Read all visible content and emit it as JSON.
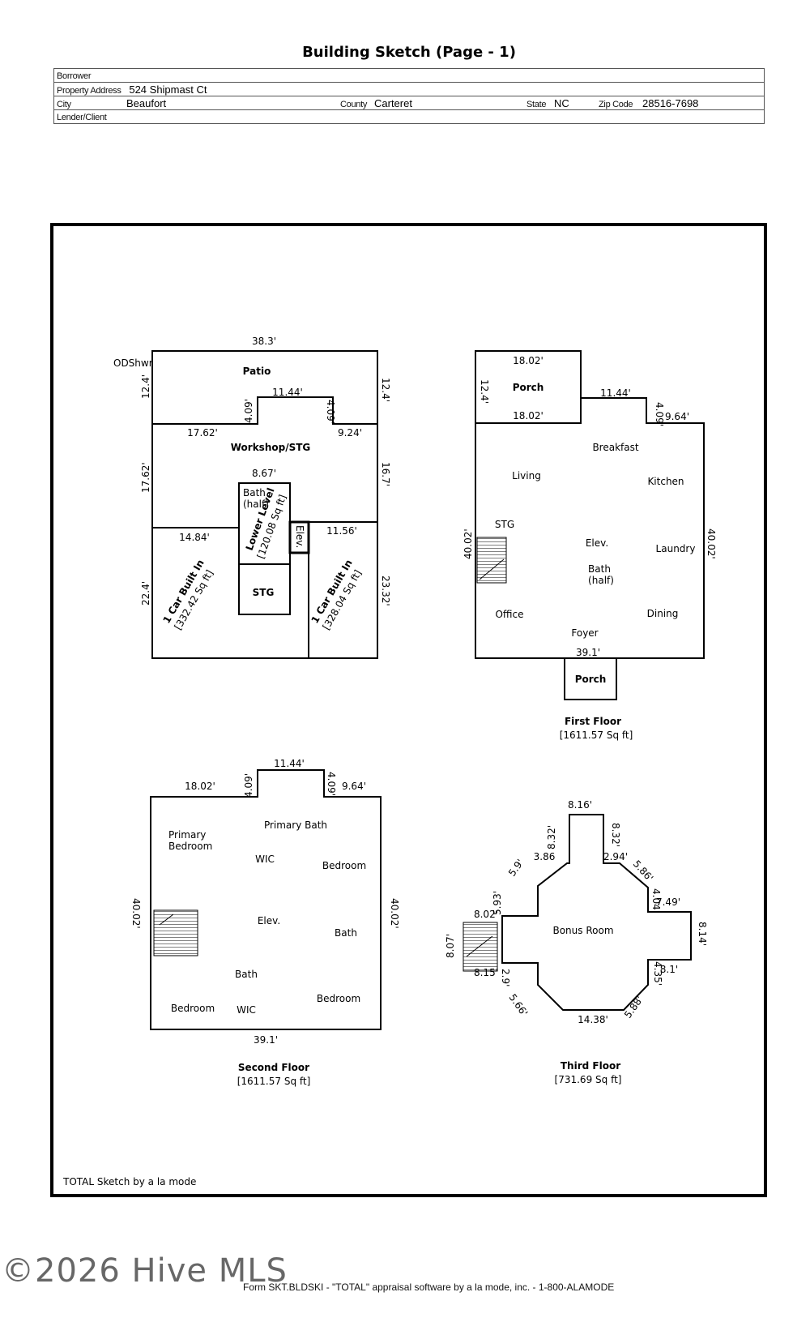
{
  "header": {
    "title": "Building Sketch (Page - 1)",
    "borrower_label": "Borrower",
    "property_address_label": "Property Address",
    "property_address": "524 Shipmast Ct",
    "city_label": "City",
    "city": "Beaufort",
    "county_label": "County",
    "county": "Carteret",
    "state_label": "State",
    "state": "NC",
    "zip_label": "Zip Code",
    "zip": "28516-7698",
    "lender_label": "Lender/Client"
  },
  "lower_level": {
    "rooms": {
      "patio": "Patio",
      "workshop": "Workshop/STG",
      "bath_half_1": "Bath",
      "bath_half_2": "(half)",
      "elev": "Elev.",
      "stg": "STG",
      "odshwr": "ODShwr",
      "lower_level": "Lower Level",
      "lower_level_area": "[120.08 Sq ft]",
      "car_left": "1 Car Built In",
      "car_left_area": "[332.42 Sq ft]",
      "car_right": "1 Car Built In",
      "car_right_area": "[328.04 Sq ft]"
    },
    "dims": {
      "top": "38.3'",
      "left_patio": "12.4'",
      "right_patio": "12.4'",
      "bump_width": "11.44'",
      "bump_left": "4.09'",
      "bump_right": "4.09'",
      "left_seg": "17.62'",
      "right_seg": "9.24'",
      "left_workshop": "17.62'",
      "right_workshop": "16.7'",
      "bath_width": "8.67'",
      "left_garage_top": "14.84'",
      "right_garage_top": "11.56'",
      "left_garage": "22.4'",
      "right_garage": "23.32'"
    }
  },
  "first_floor": {
    "label": "First Floor",
    "area": "[1611.57 Sq ft]",
    "rooms": {
      "porch_top": "Porch",
      "breakfast": "Breakfast",
      "living": "Living",
      "kitchen": "Kitchen",
      "stg": "STG",
      "elev": "Elev.",
      "laundry": "Laundry",
      "bath_1": "Bath",
      "bath_2": "(half)",
      "office": "Office",
      "dining": "Dining",
      "foyer": "Foyer",
      "porch_bottom": "Porch"
    },
    "dims": {
      "porch_top": "18.02'",
      "porch_left": "12.4'",
      "porch_bottom": "18.02'",
      "bump_width": "11.44'",
      "bump_right": "4.09'",
      "right_seg": "9.64'",
      "left_side": "40.02'",
      "right_side": "40.02'",
      "bottom": "39.1'"
    }
  },
  "second_floor": {
    "label": "Second Floor",
    "area": "[1611.57 Sq ft]",
    "rooms": {
      "primary_bath": "Primary Bath",
      "primary_bedroom_1": "Primary",
      "primary_bedroom_2": "Bedroom",
      "wic_1": "WIC",
      "bedroom_1": "Bedroom",
      "elev": "Elev.",
      "bath_1": "Bath",
      "bath_2": "Bath",
      "bedroom_2": "Bedroom",
      "wic_2": "WIC",
      "bedroom_3": "Bedroom"
    },
    "dims": {
      "bump_width": "11.44'",
      "left_seg": "18.02'",
      "bump_left": "4.09'",
      "bump_right": "4.09'",
      "right_seg": "9.64'",
      "left_side": "40.02'",
      "right_side": "40.02'",
      "bottom": "39.1'"
    }
  },
  "third_floor": {
    "label": "Third Floor",
    "area": "[731.69 Sq ft]",
    "rooms": {
      "bonus": "Bonus Room"
    },
    "dims": {
      "top": "8.16'",
      "left_vert": "8.32'",
      "right_vert": "8.32'",
      "left_step": "3.86",
      "right_step": "2.94'",
      "diag_ul": "5.9'",
      "diag_ur": "5.86'",
      "left_short": "5.93'",
      "right_short": "4.04'",
      "left_horiz": "8.02'",
      "right_horiz": "7.49'",
      "left_side": "8.07'",
      "right_side": "8.14'",
      "left_horiz_b": "8.15'",
      "right_horiz_b": "8.1'",
      "left_short_b": "2.9'",
      "right_short_b": "4.35'",
      "diag_ll": "5.66'",
      "diag_lr": "5.88'",
      "bottom": "14.38'"
    }
  },
  "sketch_credit": "TOTAL Sketch by a la mode",
  "watermark": "©2026 Hive MLS",
  "footer": "Form SKT.BLDSKI - \"TOTAL\" appraisal software by a la mode, inc. - 1-800-ALAMODE"
}
